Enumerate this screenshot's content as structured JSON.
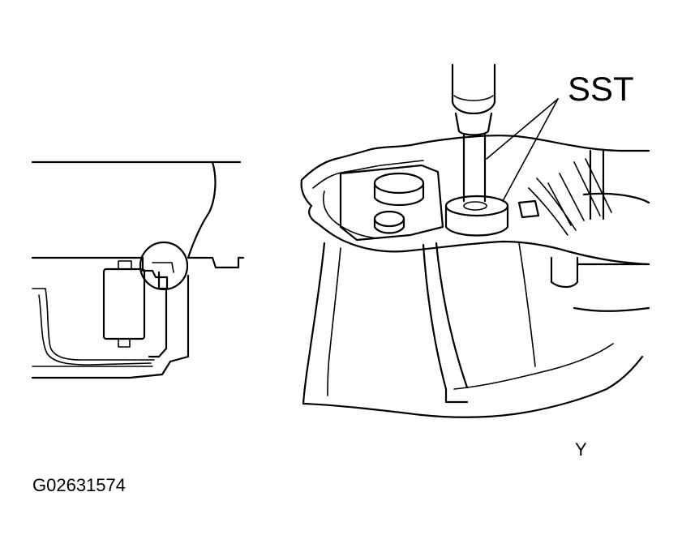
{
  "labels": {
    "sst": "SST",
    "view_marker": "Y",
    "figure_id": "G02631574"
  },
  "colors": {
    "line": "#000000",
    "background": "#ffffff"
  }
}
